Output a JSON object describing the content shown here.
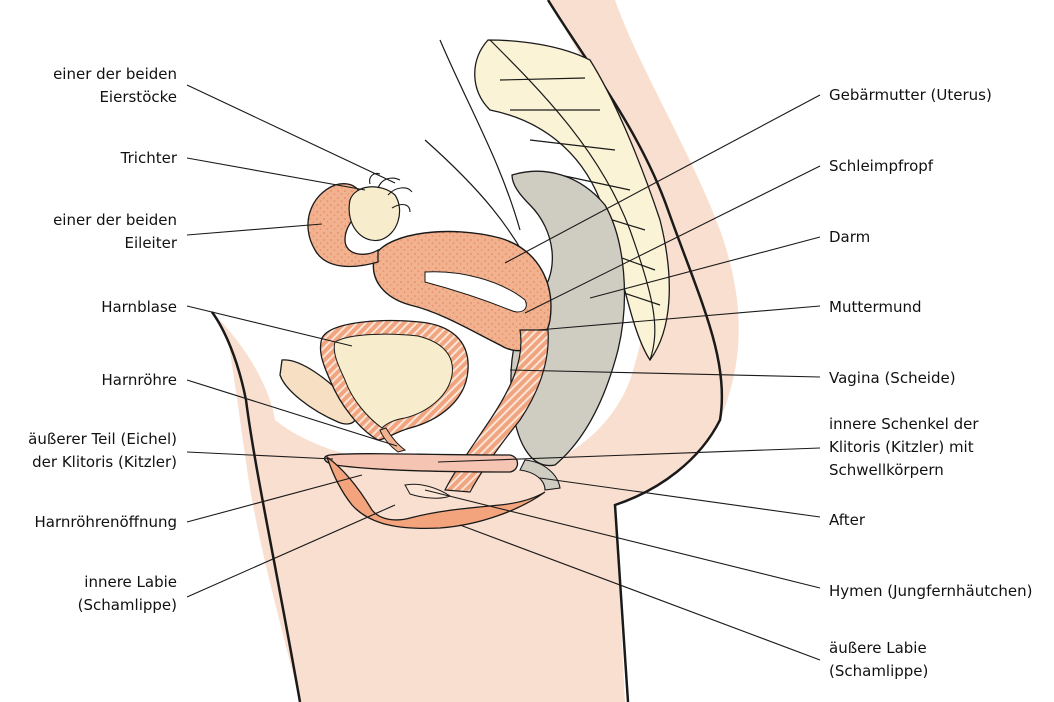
{
  "labels_left": [
    {
      "lines": [
        "einer der beiden",
        "Eierstöcke"
      ]
    },
    {
      "lines": [
        "Trichter"
      ]
    },
    {
      "lines": [
        "einer der beiden",
        "Eileiter"
      ]
    },
    {
      "lines": [
        "Harnblase"
      ]
    },
    {
      "lines": [
        "Harnröhre"
      ]
    },
    {
      "lines": [
        "äußerer Teil (Eichel)",
        "der Klitoris (Kitzler)"
      ]
    },
    {
      "lines": [
        "Harnröhrenöffnung"
      ]
    },
    {
      "lines": [
        "innere Labie",
        "(Schamlippe)"
      ]
    }
  ],
  "labels_right": [
    {
      "lines": [
        "Gebärmutter (Uterus)"
      ]
    },
    {
      "lines": [
        "Schleimpfropf"
      ]
    },
    {
      "lines": [
        "Darm"
      ]
    },
    {
      "lines": [
        "Muttermund"
      ]
    },
    {
      "lines": [
        "Vagina (Scheide)"
      ]
    },
    {
      "lines": [
        "innere Schenkel der",
        "Klitoris (Kitzler) mit",
        "Schwellkörpern"
      ]
    },
    {
      "lines": [
        "After"
      ]
    },
    {
      "lines": [
        "Hymen (Jungfernhäutchen)"
      ]
    },
    {
      "lines": [
        "äußere Labie",
        "(Schamlippe)"
      ]
    }
  ],
  "colors": {
    "skin": "#f7d9c6",
    "organ": "#f2b28f",
    "organ_dots": "#e8946c",
    "bladder": "#f7eccb",
    "bone": "#fbf3d6",
    "bowel": "#cfcdc2",
    "line": "#1a1a1a"
  }
}
